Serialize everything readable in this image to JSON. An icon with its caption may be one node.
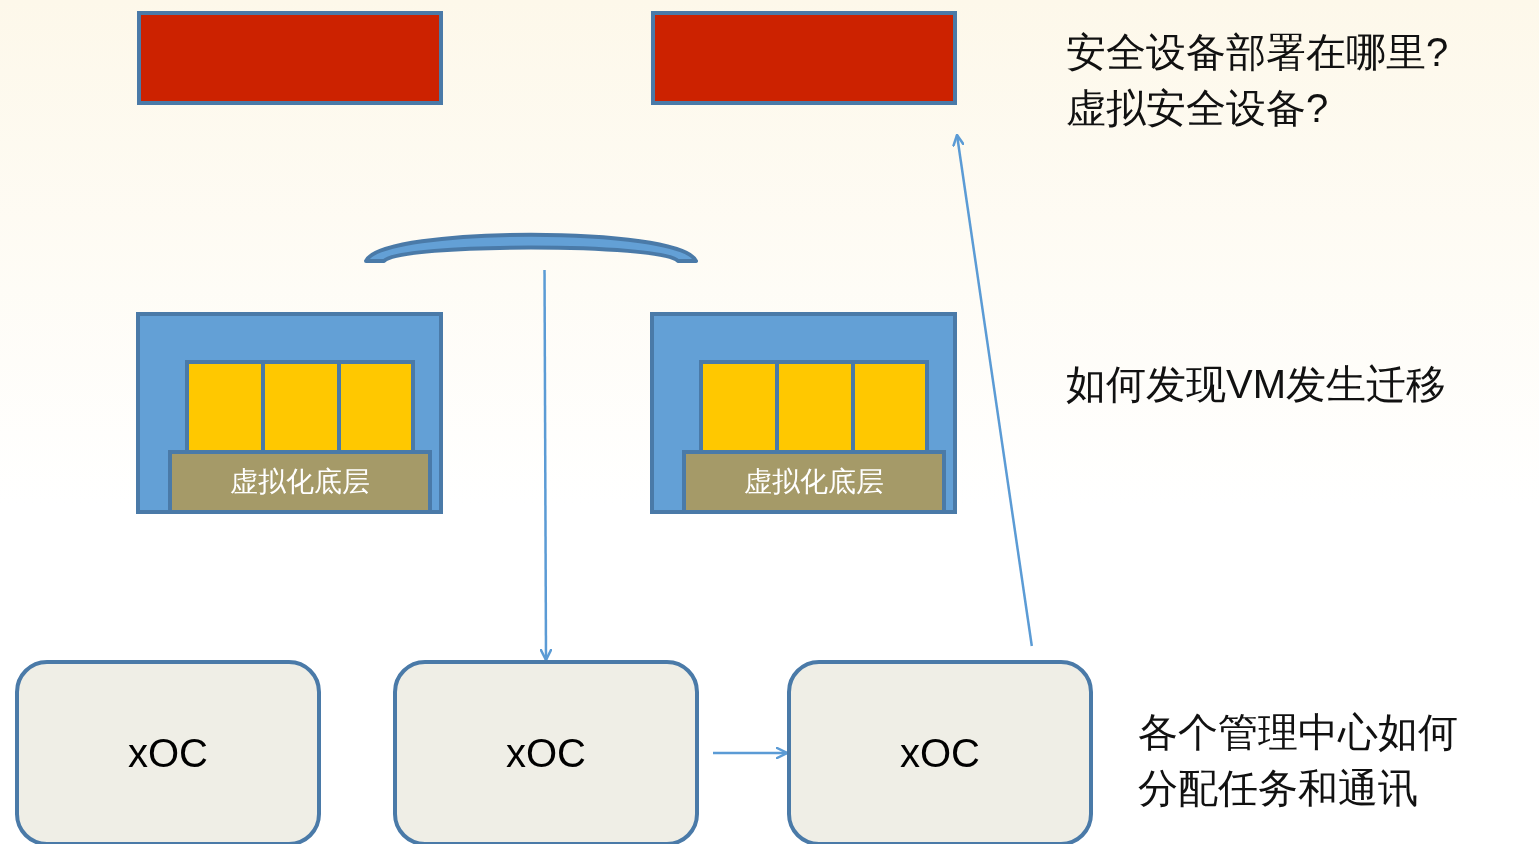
{
  "diagram": {
    "nodes": [
      {
        "text": [],
        "shape": "box"
      },
      {
        "text": [],
        "shape": "box"
      },
      {
        "text": [],
        "shape": "arc"
      },
      {
        "text": [],
        "shape": "box"
      },
      {
        "text": [],
        "shape": "box",
        "in": 3
      },
      {
        "text": [],
        "shape": "box",
        "in": 3
      },
      {
        "text": [],
        "shape": "box",
        "in": 3
      },
      {
        "text": [
          "虚拟化底层"
        ],
        "in": 3
      },
      {
        "text": [],
        "shape": "box"
      },
      {
        "text": [],
        "shape": "box",
        "in": 8
      },
      {
        "text": [],
        "shape": "box",
        "in": 8
      },
      {
        "text": [],
        "shape": "box",
        "in": 8
      },
      {
        "text": [
          "虚拟化底层"
        ],
        "in": 8
      },
      {
        "text": [
          "xOC"
        ]
      },
      {
        "text": [
          "xOC"
        ]
      },
      {
        "text": [
          "xOC"
        ]
      }
    ],
    "edges": [
      {
        "from": 2,
        "to": 14,
        "arrow": "to"
      },
      {
        "from": 14,
        "to": 15,
        "arrow": "to"
      },
      {
        "from": 15,
        "to": 1,
        "arrow": "to"
      }
    ],
    "labels": [
      "安全设备部署在哪里?",
      "虚拟安全设备?",
      "如何发现VM发生迁移",
      "各个管理中心如何分配任务和通讯"
    ]
  }
}
